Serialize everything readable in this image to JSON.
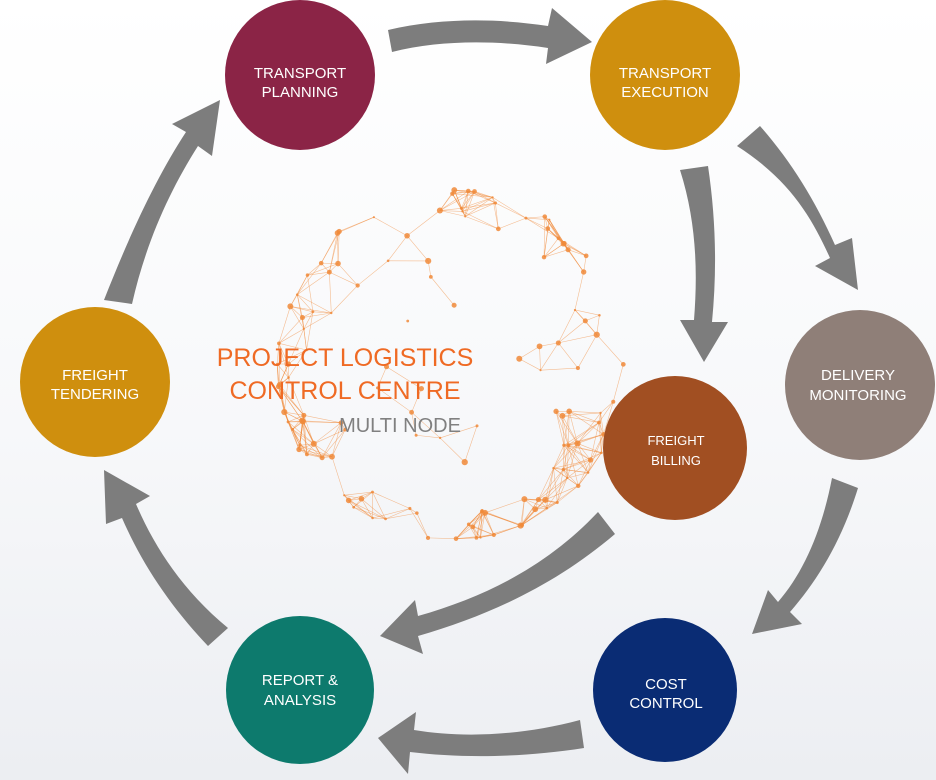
{
  "center": {
    "title_line1": "PROJECT LOGISTICS",
    "title_line2": "CONTROL CENTRE",
    "subtitle": "MULTI NODE"
  },
  "colors": {
    "title": "#ef6a24",
    "subtitle": "#808080",
    "arrow": "#7d7d7d",
    "globe": "#f08a3a"
  },
  "nodes": [
    {
      "id": "transport-planning",
      "line1": "TRANSPORT",
      "line2": "PLANNING",
      "color": "#8b2446"
    },
    {
      "id": "transport-execution",
      "line1": "TRANSPORT",
      "line2": "EXECUTION",
      "color": "#cf8f0e"
    },
    {
      "id": "delivery-monitoring",
      "line1": "DELIVERY",
      "line2": "MONITORING",
      "color": "#8f7f78"
    },
    {
      "id": "freight-billing",
      "line1": "FREIGHT",
      "line2": "BILLING",
      "color": "#a14f22"
    },
    {
      "id": "cost-control",
      "line1": "COST",
      "line2": "CONTROL",
      "color": "#0a2c74"
    },
    {
      "id": "report-analysis",
      "line1": "REPORT &",
      "line2": "ANALYSIS",
      "color": "#0d7a6d"
    },
    {
      "id": "freight-tendering",
      "line1": "FREIGHT",
      "line2": "TENDERING",
      "color": "#cf8f0e"
    }
  ],
  "flows": [
    {
      "from": "transport-planning",
      "to": "transport-execution"
    },
    {
      "from": "transport-execution",
      "to": "freight-billing"
    },
    {
      "from": "transport-execution",
      "to": "delivery-monitoring"
    },
    {
      "from": "delivery-monitoring",
      "to": "cost-control"
    },
    {
      "from": "freight-billing",
      "to": "report-analysis"
    },
    {
      "from": "cost-control",
      "to": "report-analysis"
    },
    {
      "from": "report-analysis",
      "to": "freight-tendering"
    },
    {
      "from": "freight-tendering",
      "to": "transport-planning"
    }
  ]
}
